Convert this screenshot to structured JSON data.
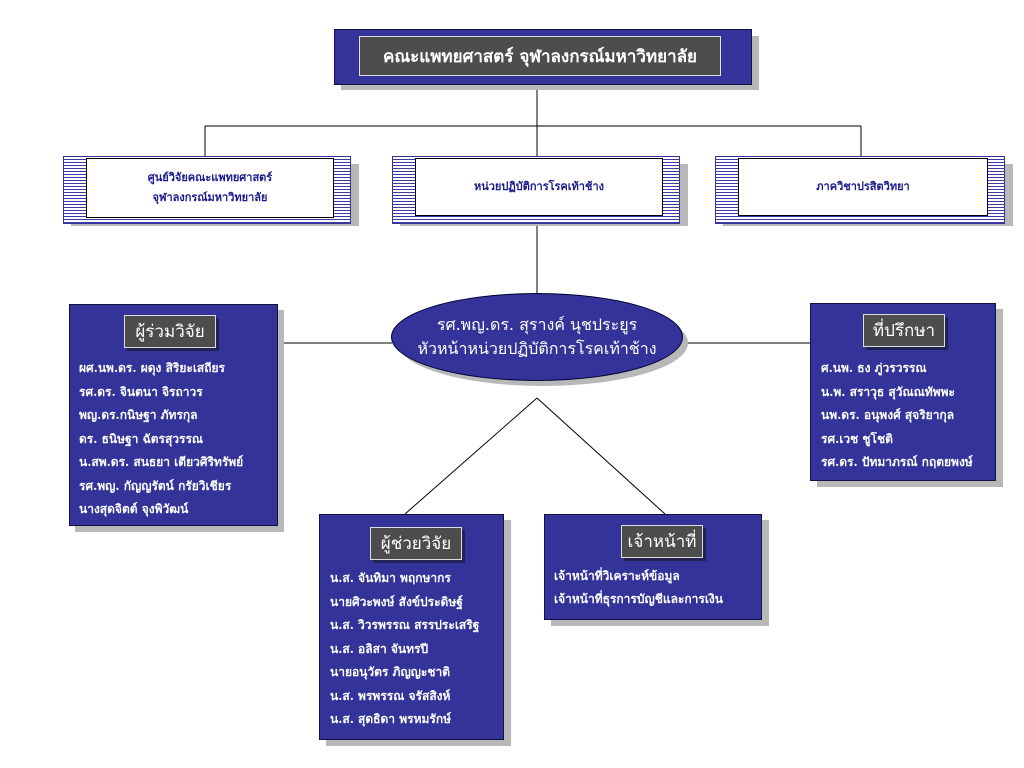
{
  "title": "คณะแพทยศาสตร์  จุฬาลงกรณ์มหาวิทยาลัย",
  "units": {
    "left": [
      "ศูนย์วิจัยคณะแพทยศาสตร์",
      "จุฬาลงกรณ์มหาวิทยาลัย"
    ],
    "center": "หน่วยปฏิบัติการโรคเท้าช้าง",
    "right": "ภาควิชาปรสิตวิทยา"
  },
  "head": {
    "name": "รศ.พญ.ดร. สุรางค์ นุชประยูร",
    "position": "หัวหน้าหน่วยปฏิบัติการโรคเท้าช้าง"
  },
  "co_researchers": {
    "label": "ผู้ร่วมวิจัย",
    "members": [
      "ผศ.นพ.ดร. ผดุง สิริยะเสถียร",
      "รศ.ดร. จินตนา จิรถาวร",
      "พญ.ดร.กนิษฐา ภัทรกุล",
      "ดร. ธนิษฐา ฉัตรสุวรรณ",
      "น.สพ.ดร. สนธยา เตียวศิริทรัพย์",
      "รศ.พญ. กัญญรัตน์ กรัยวิเชียร",
      "นางสุดจิตต์ จุงพิวัฒน์"
    ]
  },
  "advisors": {
    "label": "ที่ปรึกษา",
    "members": [
      "ศ.นพ. ธง ภู่วรวรรณ",
      "น.พ. สราวุธ สุวัณณทัพพะ",
      "นพ.ดร. อนุพงศ์  สุจริยากุล",
      "รศ.เวช ชูโชติ",
      "รศ.ดร. ปัทมาภรณ์ กฤตยพงษ์"
    ]
  },
  "research_assistants": {
    "label": "ผู้ช่วยวิจัย",
    "members": [
      "น.ส. จันทิมา พฤกษากร",
      "นายศิวะพงษ์ สังข์ประดิษฐ์",
      "น.ส. วิวรพรรณ สรรประเสริฐ",
      "น.ส. อลิสา จันทรปี",
      "นายอนุวัตร ภิญญะชาติ",
      "น.ส. พรพรรณ จรัสสิงห์",
      "น.ส. สุดธิดา พรหมรักษ์"
    ]
  },
  "staff": {
    "label": "เจ้าหน้าที่",
    "members": [
      "เจ้าหน้าที่วิเคราะห์ข้อมูล",
      "เจ้าหน้าที่ธุรการบัญชีและการเงิน"
    ]
  },
  "colors": {
    "navy": "#333399",
    "label_gray": "#4d4d4d",
    "text_blue": "#1a1a8c"
  }
}
